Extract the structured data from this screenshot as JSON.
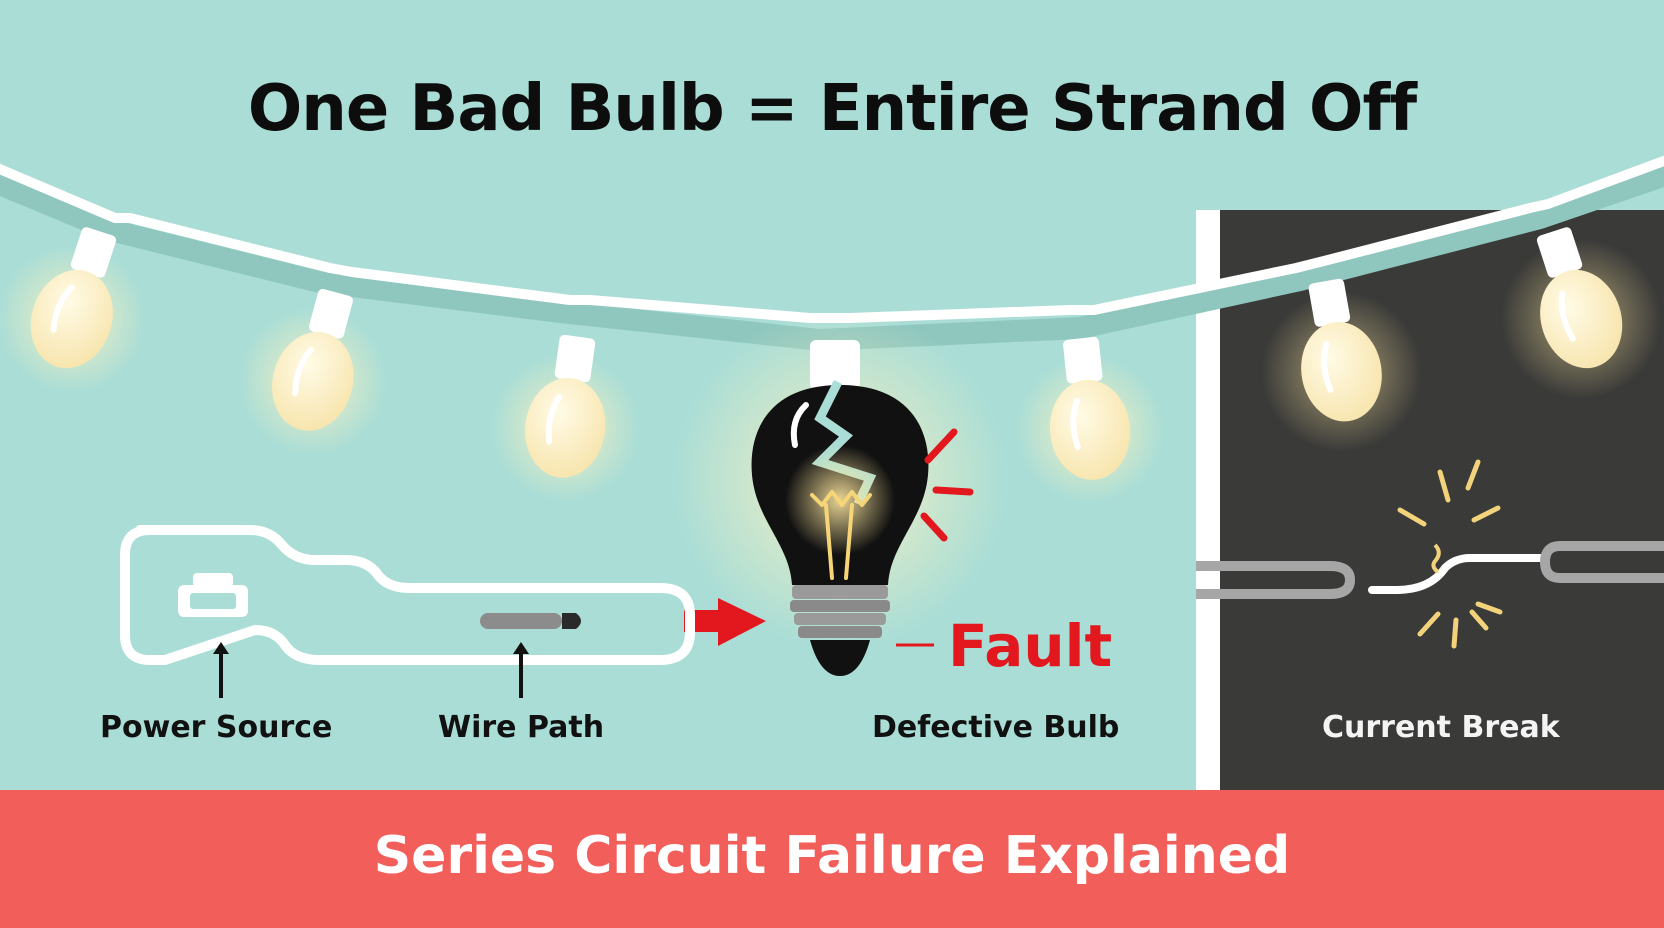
{
  "title": "One Bad Bulb = Entire Strand Off",
  "labels": {
    "power_source": "Power Source",
    "wire_path": "Wire Path",
    "defective_bulb": "Defective Bulb",
    "fault": "Fault",
    "current_break": "Current Break"
  },
  "banner": "Series Circuit Failure Explained",
  "colors": {
    "background": "#a9ddd6",
    "dark_panel": "#3a3a38",
    "banner": "#f25e5a",
    "fault_red": "#e2181e",
    "bulb_glow": "#fbe9b0"
  },
  "icons": [
    "light-bulb-icon",
    "broken-bulb-icon",
    "arrow-right-icon",
    "power-plug-icon",
    "spark-icon"
  ]
}
